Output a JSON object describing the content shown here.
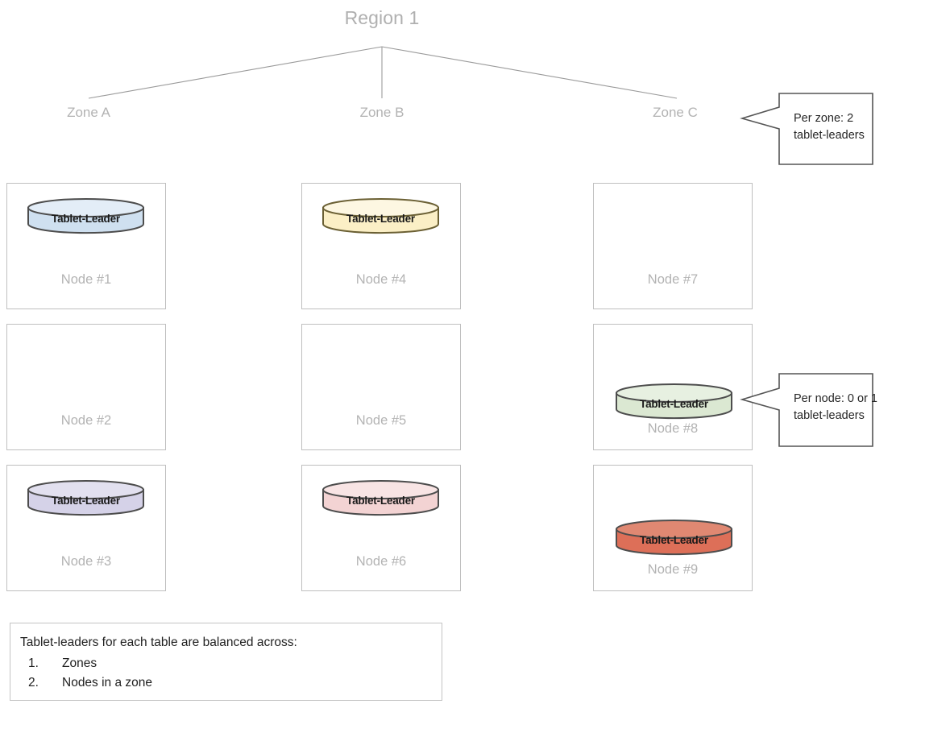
{
  "diagram": {
    "region": {
      "label": "Region 1"
    },
    "zones": [
      {
        "id": "zone-a",
        "label": "Zone A"
      },
      {
        "id": "zone-b",
        "label": "Zone B"
      },
      {
        "id": "zone-c",
        "label": "Zone C"
      }
    ],
    "tablet_leader_label": "Tablet-Leader",
    "nodes": [
      {
        "id": "node-1",
        "label": "Node #1",
        "zone": "Zone A",
        "column": 0,
        "row": 0,
        "has_tablet_leader": true,
        "fill": "#cfe0f0",
        "stroke": "#4d4d4d",
        "cyl_pos": "top"
      },
      {
        "id": "node-2",
        "label": "Node #2",
        "zone": "Zone A",
        "column": 0,
        "row": 1,
        "has_tablet_leader": false,
        "fill": null,
        "stroke": null,
        "cyl_pos": null
      },
      {
        "id": "node-3",
        "label": "Node #3",
        "zone": "Zone A",
        "column": 0,
        "row": 2,
        "has_tablet_leader": true,
        "fill": "#d5d2e8",
        "stroke": "#4d4d4d",
        "cyl_pos": "top"
      },
      {
        "id": "node-4",
        "label": "Node #4",
        "zone": "Zone B",
        "column": 1,
        "row": 0,
        "has_tablet_leader": true,
        "fill": "#fbefc6",
        "stroke": "#6b6034",
        "cyl_pos": "top"
      },
      {
        "id": "node-5",
        "label": "Node #5",
        "zone": "Zone B",
        "column": 1,
        "row": 1,
        "has_tablet_leader": false,
        "fill": null,
        "stroke": null,
        "cyl_pos": null
      },
      {
        "id": "node-6",
        "label": "Node #6",
        "zone": "Zone B",
        "column": 1,
        "row": 2,
        "has_tablet_leader": true,
        "fill": "#f3d3d3",
        "stroke": "#4d4d4d",
        "cyl_pos": "top"
      },
      {
        "id": "node-7",
        "label": "Node #7",
        "zone": "Zone C",
        "column": 2,
        "row": 0,
        "has_tablet_leader": false,
        "fill": null,
        "stroke": null,
        "cyl_pos": null
      },
      {
        "id": "node-8",
        "label": "Node #8",
        "zone": "Zone C",
        "column": 2,
        "row": 1,
        "has_tablet_leader": true,
        "fill": "#dbe8d2",
        "stroke": "#4d4d4d",
        "cyl_pos": "bottom"
      },
      {
        "id": "node-9",
        "label": "Node #9",
        "zone": "Zone C",
        "column": 2,
        "row": 2,
        "has_tablet_leader": true,
        "fill": "#dd6f58",
        "stroke": "#4d4d4d",
        "cyl_pos": "bottom"
      }
    ],
    "callouts": [
      {
        "id": "callout-per-zone",
        "line1": "Per zone: 2",
        "line2": "tablet-leaders",
        "points_at": "Zone C"
      },
      {
        "id": "callout-per-node",
        "line1": "Per node: 0 or 1",
        "line2": "tablet-leaders",
        "points_at": "Node #8"
      }
    ],
    "legend": {
      "title": "Tablet-leaders for each table are balanced across:",
      "items": [
        {
          "num": "1.",
          "text": "Zones"
        },
        {
          "num": "2.",
          "text": "Nodes in a zone"
        }
      ]
    },
    "colors": {
      "label_gray": "#b3b3b3",
      "card_border": "#bfbfbf",
      "tree_line": "#9a9a9a",
      "callout_border": "#555555",
      "text_dark": "#1f1f1f"
    }
  }
}
